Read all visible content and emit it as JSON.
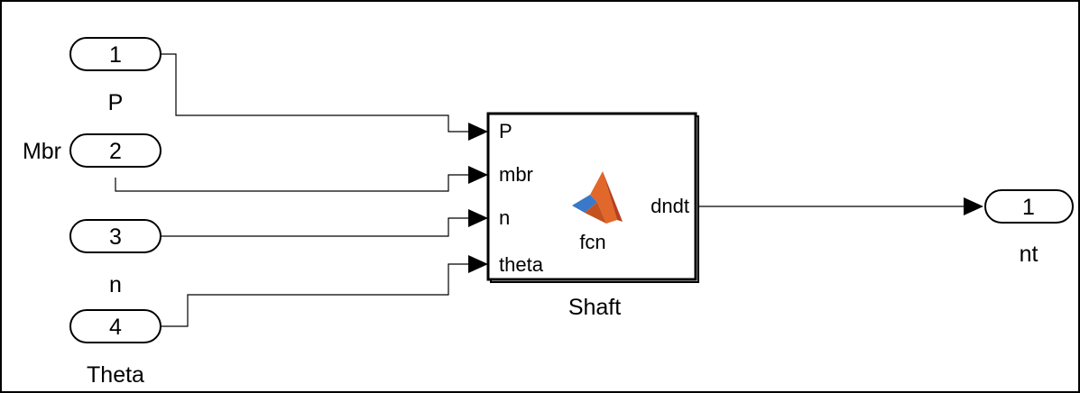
{
  "diagram": {
    "inports": [
      {
        "number": "1",
        "name": "P"
      },
      {
        "number": "2",
        "name": "Mbr"
      },
      {
        "number": "3",
        "name": "n"
      },
      {
        "number": "4",
        "name": "Theta"
      }
    ],
    "block": {
      "name": "Shaft",
      "function_label": "fcn",
      "icon": "matlab-function-icon",
      "inputs": [
        "P",
        "mbr",
        "n",
        "theta"
      ],
      "output": "dndt"
    },
    "outport": {
      "number": "1",
      "name": "nt"
    }
  }
}
